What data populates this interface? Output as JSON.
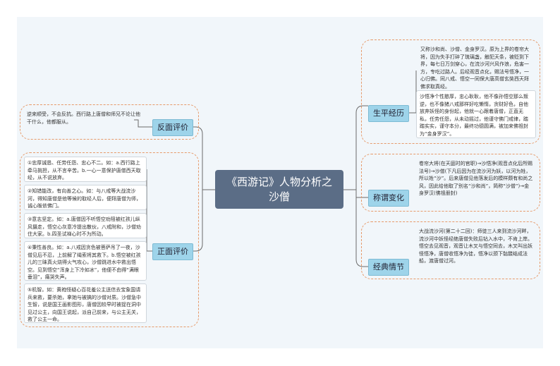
{
  "center_title": "《西游记》人物分析之沙僧",
  "branches": {
    "shengping": "生平经历",
    "chenghu": "称谓变化",
    "jingdian": "经典情节",
    "fanmian": "反面评价",
    "zhengmian": "正面评价"
  },
  "notes": {
    "shengping_1": "又称沙和尚、沙僧、金身罗汉。原为上界的卷帘大将，因为失手打碎了琉璃盏，触犯天条，被贬到下界，每七日万剑穿心，在流沙河兴风作浪，危害一方，专吃过路人。后经观音点化，赐法号悟净，一心归佛。同八戒、悟空一同保大唐高僧玄奘西天拜佛求取真经。",
    "shengping_2": "沙悟净个性憨厚，忠心耿耿，他不像孙悟空那么叛逆，也不像猪八戒那样好吃懒惰，贪财好色，自他放弃妖怪的身份起，他就一心跟着唐僧，正直无私，任劳任怨，从未动摇过，他谨守佛门戒律，踏踏实实，谨守本分，最终功德圆满，被加来佛祖封为“金身罗汉”。",
    "chenghu": "卷帘大将(在天庭时的官职)→沙悟净(观音点化后所赐法号)→沙僧(下凡后因为在流沙河为妖，以河为姓，所以姓“沙”。后来唐僧见他落发后的模样颇有和尚之风，因此给他取了别名“沙和尚”，简称“沙僧”)→金身罗汉(佛祖册封)",
    "jingdian": "大战流沙河(第二十二回)：师徒三人来到流沙河畔，流沙河中妖怪经绝唐僧失败后钻入水中，不肯上岸。悟空去见观音，观音让木叉与悟空同去，木叉叫出妖怪悟净，唐僧收悟净为徒，悟净以颈下骷髅结成法船，渡唐僧过河。",
    "fanmian": "逆来顺受，不会反抗。西行路上唐僧和师兄不论让他干什么，他都服从。",
    "zhengmian_1": "①忠厚诚恳、任劳任怨、忠心不二。如：a.西行路上牵马挑担，从不言辛苦。b.一心一意保护唐僧西天取经，从不说放弃。",
    "zhengmian_2": "②知错能改，有向善之心。如：与八戒等大战流沙河，得知唐僧是他等候的取经人后，便拜唐僧为师，诚心皈依佛门。",
    "zhengmian_3": "③意志坚定。如：a.唐僧因不听悟空劝阻被红孩儿纵风摄走，悟空心灰意冷提出散伙，八戒附和，沙僧劝住大家。b.四圣试禅心时不为所动。",
    "zhengmian_4": "④秉性善良。如：a.八戒因贪色被菩萨吊了一夜，沙僧见后不忍，上前解了绳索将其救下。b.悟空被红孩儿的三昧真火烧得火气攻心，沙僧跳进水中救出悟空。见到悟空“浑身上下冷如冰”，他便不由得“满眼垂泪”，痛哭失声。",
    "zhengmian_5": "⑤机智。如：黄袍怪疑心百花羞公主送信去宝象国请兵来救，要杀她，拿她与被擒的沙僧对质。沙僧急中生智，说是国王画影图形，唐僧因较早时被捉在洞中见过公主，向国王说起，派自己前来，与公主无关，救了公主一命。"
  }
}
